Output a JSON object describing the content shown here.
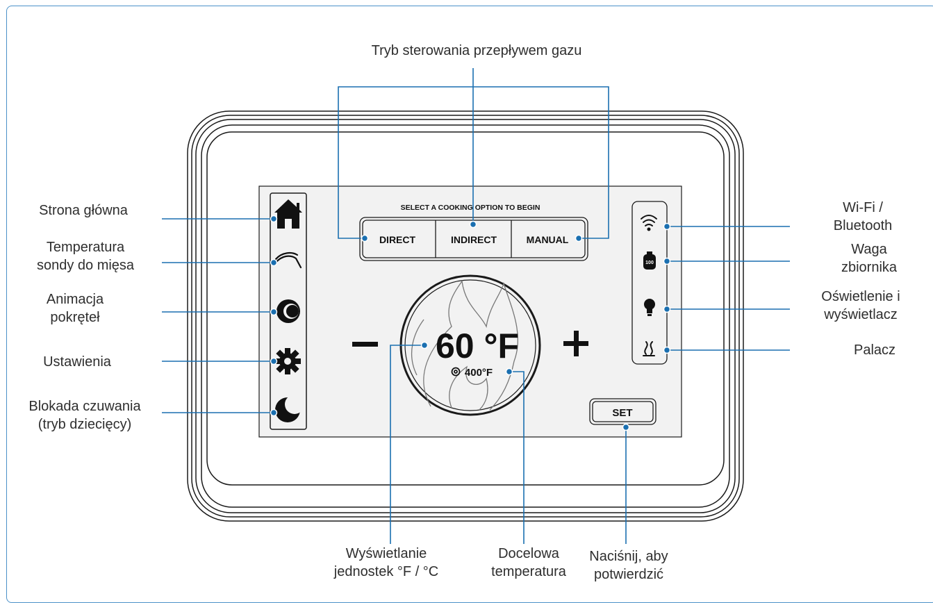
{
  "screen": {
    "prompt": "SELECT A COOKING OPTION TO BEGIN",
    "mode_buttons": [
      "DIRECT",
      "INDIRECT",
      "MANUAL"
    ],
    "temperature": "60 °F",
    "target_temperature": "400°F",
    "minus_symbol": "−",
    "plus_symbol": "+",
    "set_button": "SET",
    "tank_icon_text": "100",
    "left_icons": [
      "home-icon",
      "probe-icon",
      "knob-icon",
      "gear-icon",
      "moon-icon"
    ],
    "right_icons": [
      "wifi-icon",
      "tank-icon",
      "bulb-icon",
      "smoke-icon"
    ]
  },
  "callouts": {
    "gas_flow_mode": "Tryb sterowania przepływem gazu",
    "home": "Strona główna",
    "probe_temp_line1": "Temperatura",
    "probe_temp_line2": "sondy do mięsa",
    "knob_anim_line1": "Animacja",
    "knob_anim_line2": "pokręteł",
    "settings": "Ustawienia",
    "standby_line1": "Blokada czuwania",
    "standby_line2": "(tryb dziecięcy)",
    "wifi_line1": "Wi-Fi /",
    "wifi_line2": "Bluetooth",
    "tank_line1": "Waga",
    "tank_line2": "zbiornika",
    "light_line1": "Oświetlenie i",
    "light_line2": "wyświetlacz",
    "smoker": "Palacz",
    "units_line1": "Wyświetlanie",
    "units_line2": "jednostek °F / °C",
    "target_line1": "Docelowa",
    "target_line2": "temperatura",
    "press_line1": "Naciśnij, aby",
    "press_line2": "potwierdzić"
  },
  "colors": {
    "accent": "#1a6fb0",
    "frame_border": "#4a90c8",
    "device_outline": "#1a1a1a",
    "label_text": "#2e2e2e"
  }
}
